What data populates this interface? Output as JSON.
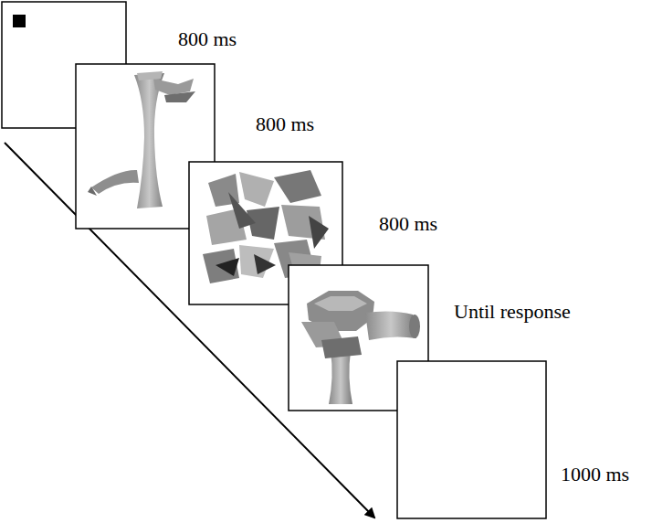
{
  "diagram": {
    "labels": [
      "800 ms",
      "800 ms",
      "800 ms",
      "Until response",
      "1000 ms"
    ]
  }
}
